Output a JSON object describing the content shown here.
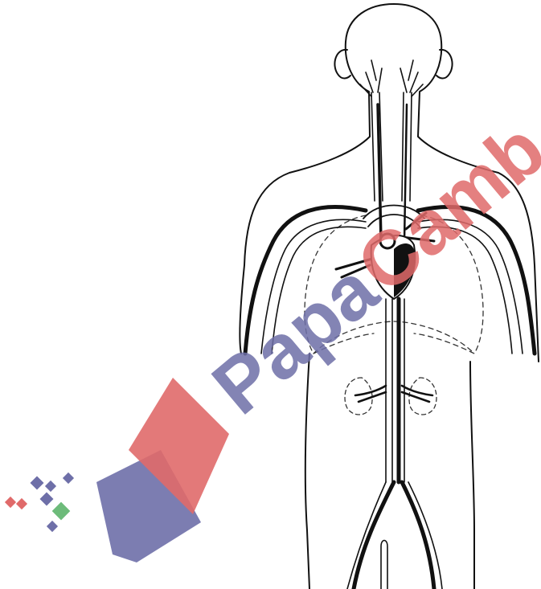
{
  "diagram": {
    "colors": {
      "outline": "#111111",
      "vessel_fill": "#ffffff",
      "dark_vessel": "#111111",
      "dashed_organ": "#333333"
    },
    "icons": [
      "human-body-outline",
      "heart-icon",
      "kidney-icon",
      "lung-outline"
    ]
  },
  "watermark": {
    "text": "PapaCambridge",
    "colors": {
      "red": "#e06a6a",
      "blue": "#6e6fa8",
      "green": "#6dbb7a"
    }
  }
}
